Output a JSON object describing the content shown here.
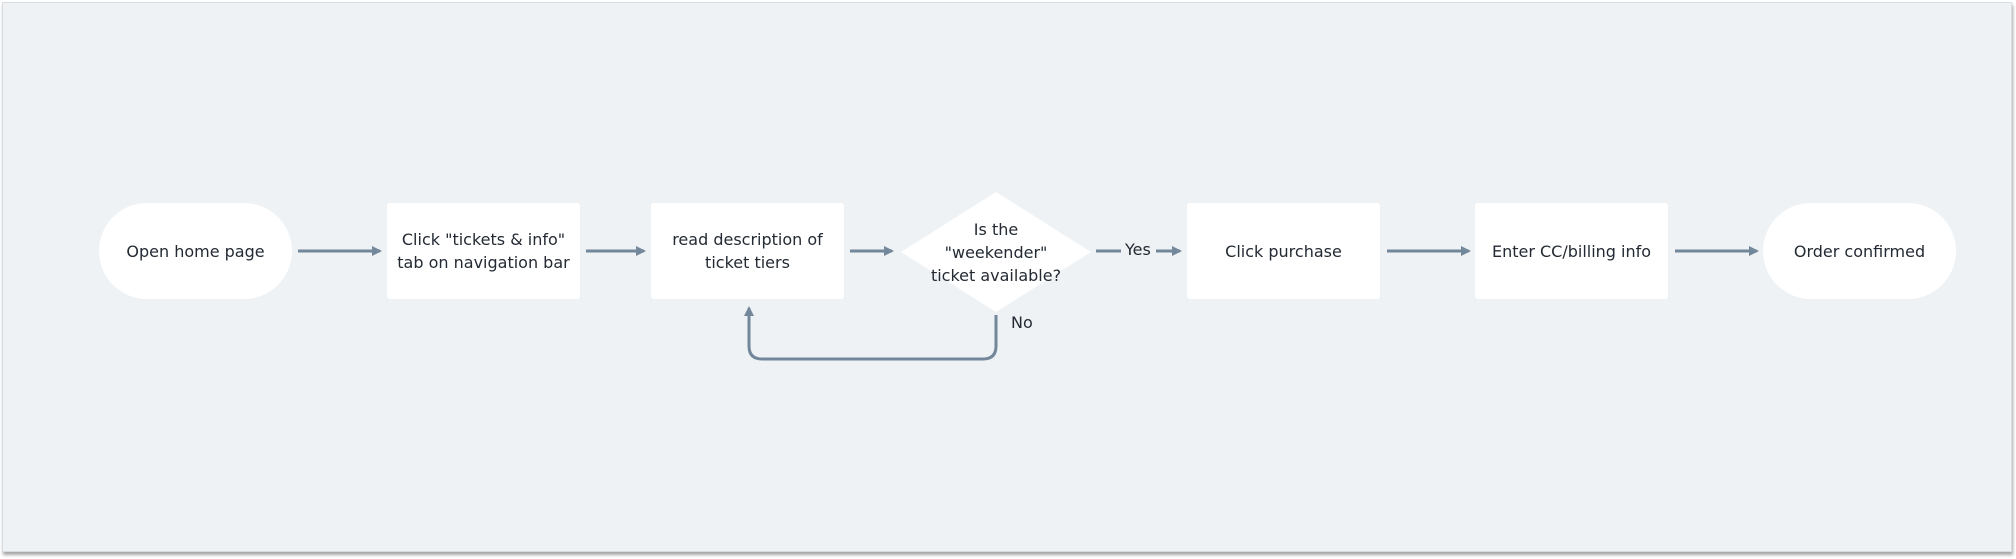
{
  "diagram": {
    "nodes": {
      "start": "Open home page",
      "click_tickets": "Click \"tickets & info\" tab on navigation bar",
      "read_description": "read description of ticket tiers",
      "decision": "Is the \"weekender\" ticket available?",
      "click_purchase": "Click purchase",
      "enter_billing": "Enter CC/billing info",
      "end": "Order confirmed"
    },
    "edge_labels": {
      "yes": "Yes",
      "no": "No"
    },
    "colors": {
      "background": "#eef2f5",
      "node_fill": "#ffffff",
      "connector": "#73879a",
      "text": "#232a33"
    }
  }
}
